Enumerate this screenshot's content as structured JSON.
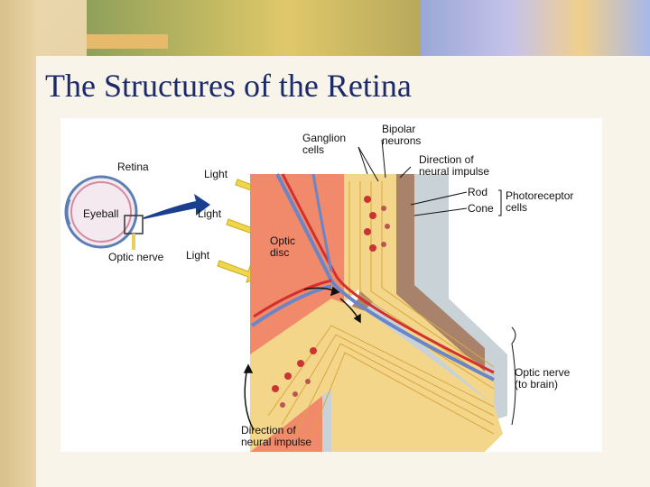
{
  "slide": {
    "title": "The Structures of the Retina"
  },
  "figure": {
    "labels": {
      "ganglion": "Ganglion\ncells",
      "bipolar": "Bipolar\nneurons",
      "direction_top": "Direction of\nneural impulse",
      "retina": "Retina",
      "light_1": "Light",
      "light_2": "Light",
      "light_3": "Light",
      "eyeball": "Eyeball",
      "optic_nerve_small": "Optic nerve",
      "optic_disc": "Optic\ndisc",
      "rod": "Rod",
      "cone": "Cone",
      "photoreceptor": "Photoreceptor\ncells",
      "optic_nerve_brain": "Optic nerve\n(to brain)",
      "direction_bottom": "Direction of\nneural impulse"
    }
  }
}
